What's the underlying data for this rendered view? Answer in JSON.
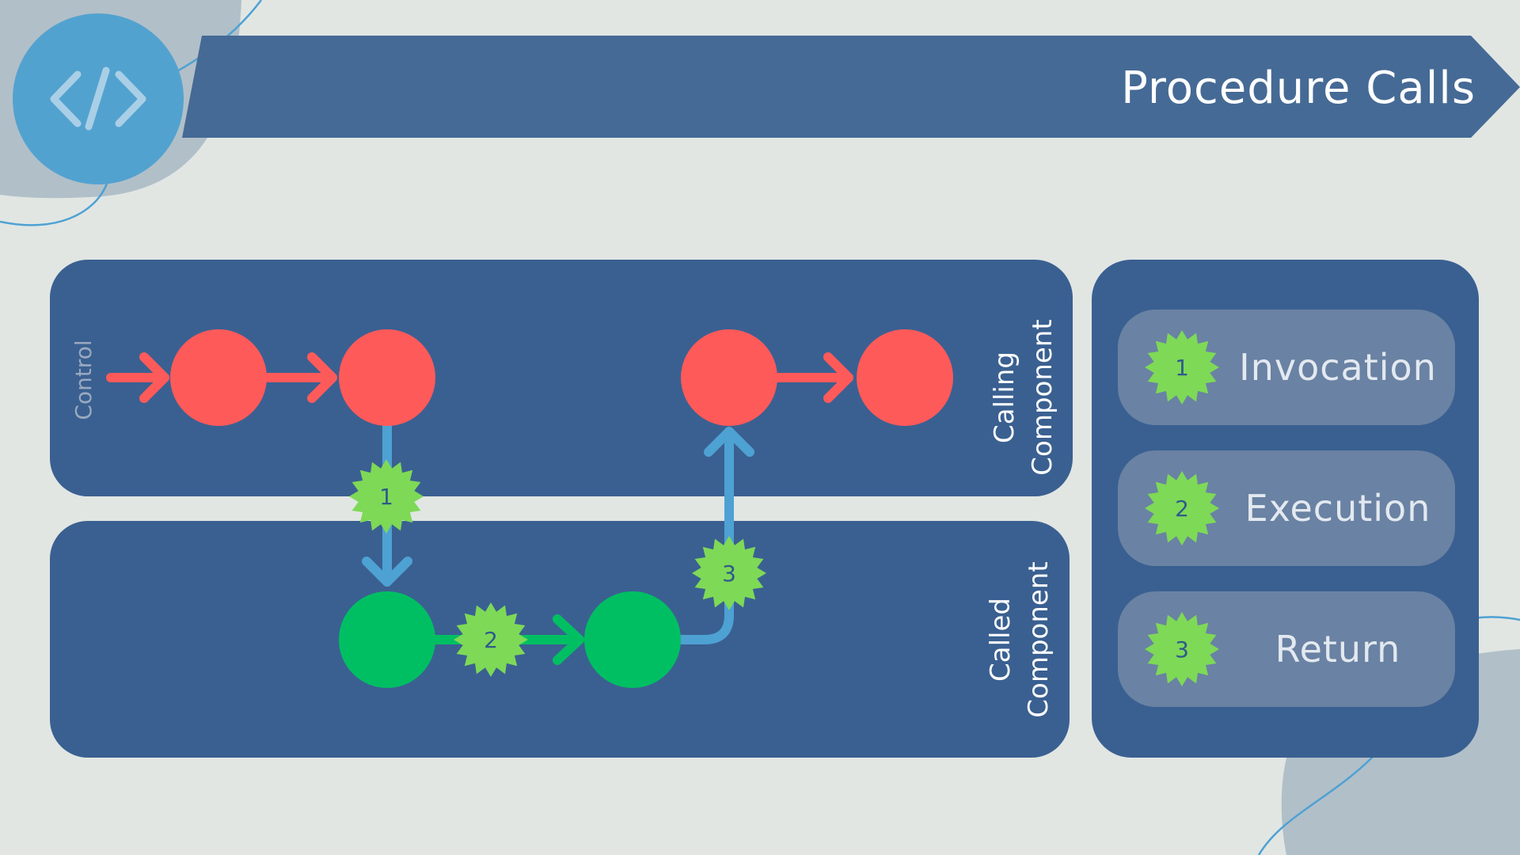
{
  "header": {
    "title": "Procedure Calls",
    "icon": "code-brackets-icon"
  },
  "lanes": {
    "calling": {
      "label_line1": "Calling",
      "label_line2": "Component"
    },
    "called": {
      "label_line1": "Called",
      "label_line2": "Component"
    },
    "control_label": "Control"
  },
  "steps": [
    {
      "number": "1",
      "label": "Invocation"
    },
    {
      "number": "2",
      "label": "Execution"
    },
    {
      "number": "3",
      "label": "Return"
    }
  ],
  "colors": {
    "background": "#e1e6e3",
    "panel": "#3a6091",
    "banner": "#456a95",
    "icon_circle": "#52a2d0",
    "calling_node": "#ff5a5a",
    "called_node": "#00bf63",
    "control_arrow": "#ff5a5a",
    "flow_arrow": "#4ea1d3",
    "step_badge": "#7ed957",
    "legend_item": "#6a82a3"
  }
}
